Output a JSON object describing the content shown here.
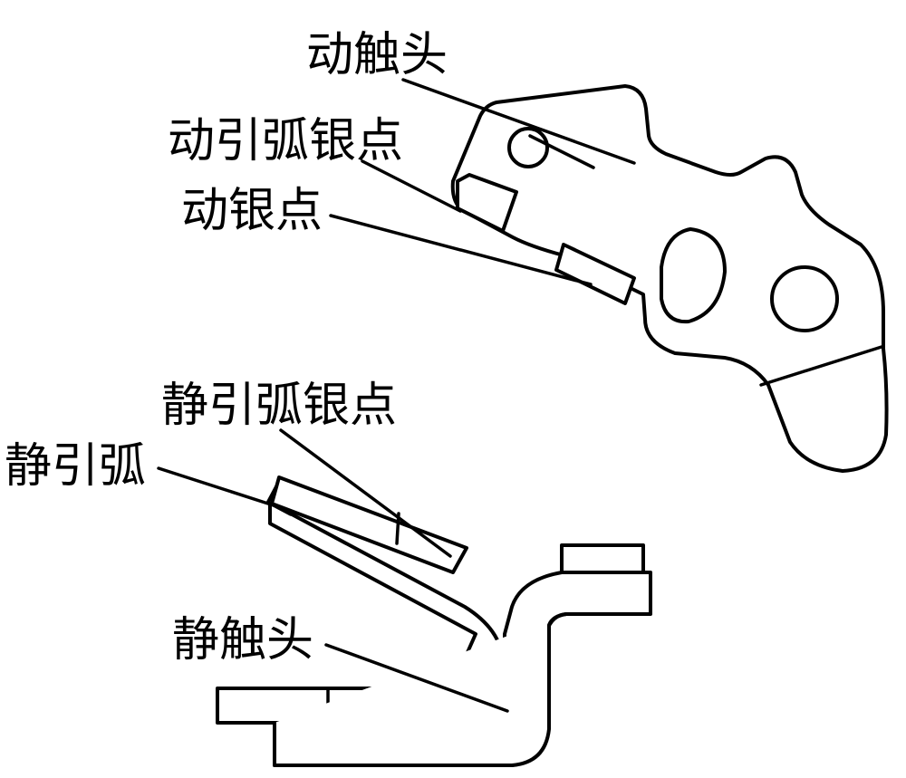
{
  "labels": {
    "moving_contact": "动触头",
    "moving_arc_silver_point": "动引弧银点",
    "moving_silver_point": "动银点",
    "static_arc_silver_point": "静引弧银点",
    "static_arc": "静引弧",
    "static_contact": "静触头"
  },
  "colors": {
    "stroke": "#000000",
    "background": "#ffffff"
  }
}
